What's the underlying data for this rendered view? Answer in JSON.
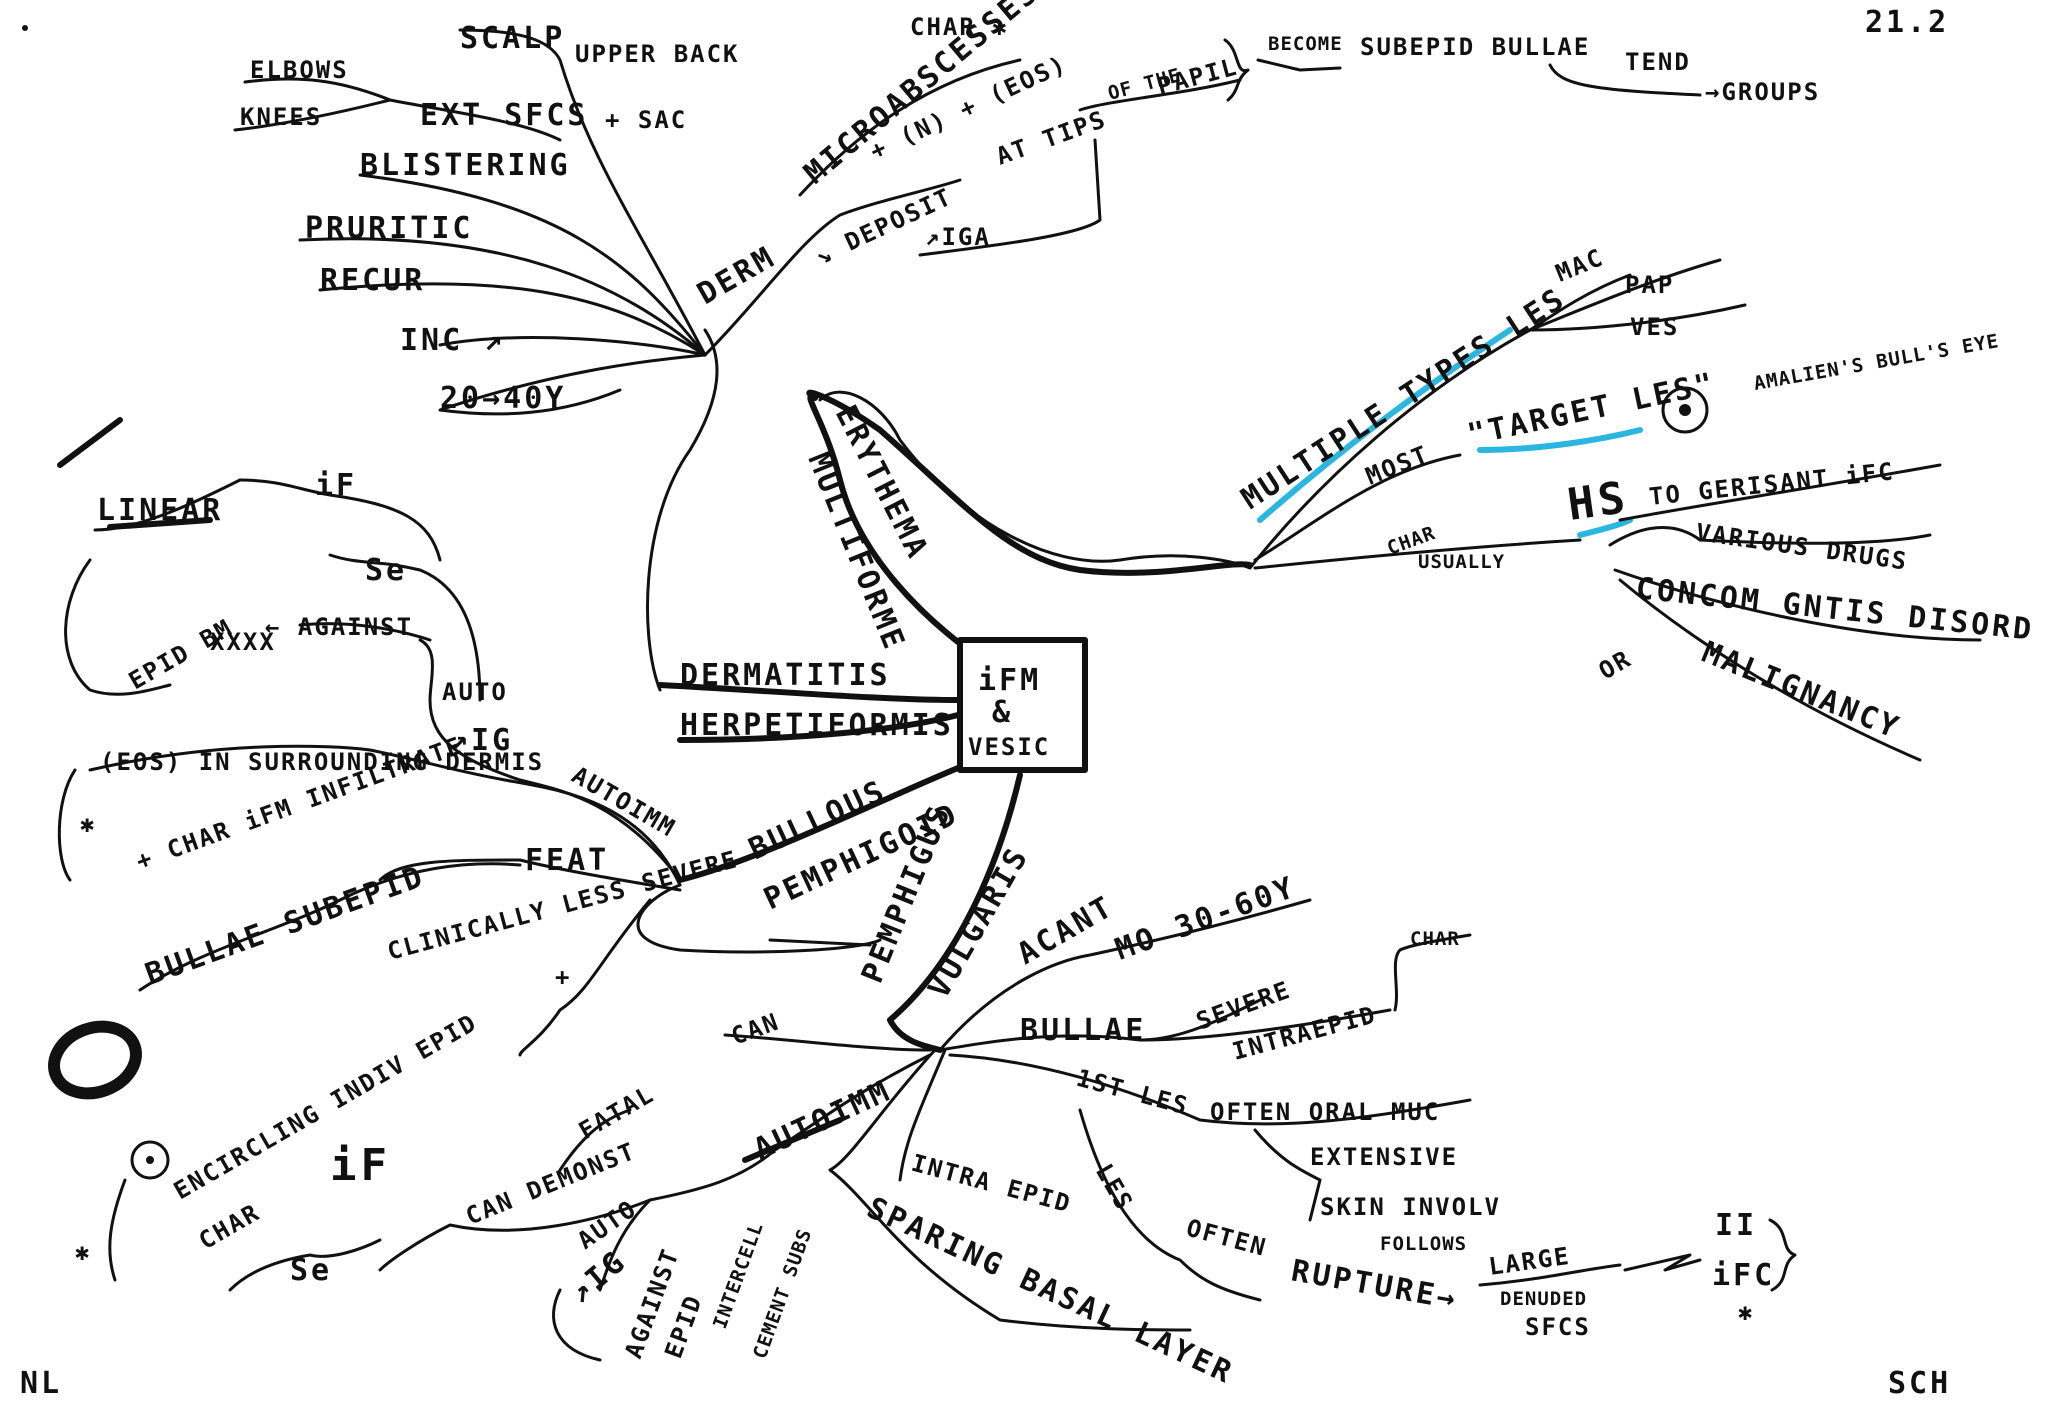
{
  "page": {
    "date": "21.2",
    "corner_bottom_left": "NL",
    "corner_bottom_right": "SCH",
    "highlight_color": "#29b6e0",
    "ink_color": "#111111"
  },
  "center": {
    "line1": "iFM",
    "line2": "&",
    "line3": "VESIC"
  },
  "erythema_multiforme": {
    "title1": "ERYTHEMA",
    "title2": "MULTIFORME",
    "multiple_types": "MULTIPLE TYPES LES",
    "mac": "MAC",
    "pap": "PAP",
    "ves": "VES",
    "most": "MOST",
    "target_les": "\"TARGET LES\"",
    "target_ref": "AMALIEN'S BULL'S EYE",
    "char": "CHAR",
    "usually": "USUALLY",
    "hs": "HS",
    "hs_to": "TO GERISANT iFC",
    "various_drugs": "VARIOUS DRUGS",
    "or_symbol": "OR",
    "cause_2": "CONCOM GNTIS DISORD",
    "malignancy": "MALIGNANCY"
  },
  "dermatitis_herpetiformis": {
    "title1": "DERMATITIS",
    "title2": "HERPETIFORMIS",
    "inc": "INC ↗",
    "age": "20→40Y",
    "recur": "RECUR",
    "pruritic": "PRURITIC",
    "blistering": "BLISTERING",
    "ext_sfcs": "EXT SFCS",
    "elbows": "ELBOWS",
    "knees": "KNEES",
    "scalp": "SCALP",
    "upper_back": "UPPER BACK",
    "sac": "+ SAC",
    "derm": "DERM",
    "microabscesses": "MICROABSCESSES",
    "char_star": "CHAR ✱",
    "n_eos": "+ (N) + (EOS)",
    "at_tips": "AT TIPS",
    "of_the": "OF THE",
    "papil": "PAPIL",
    "deposit": "↘ DEPOSIT",
    "iga": "↗IGA",
    "become": "BECOME",
    "subepid_bullae": "SUBEPID BULLAE",
    "tend": "TEND",
    "groups": "→GROUPS"
  },
  "bullous_pemphigoid": {
    "title1": "BULLOUS",
    "title2": "PEMPHIGOID",
    "autoimm": "AUTOIMM",
    "auto": "AUTO",
    "ig": "↗IG",
    "against": "← AGAINST",
    "se": "Se",
    "epid_bm": "EPID BM",
    "xxxx": "XXXX",
    "if": "iF",
    "linear": "LINEAR",
    "eos": "(EOS) IN SURROUNDING DERMIS",
    "char_ifm": "+ CHAR iFM INFILTRATE",
    "feat": "FEAT",
    "bullae_subepid": "BULLAE SUBEPID",
    "clinically": "CLINICALLY LESS SEVERE",
    "plus": "+"
  },
  "pemphigus_vulgaris": {
    "title1": "PEMPHIGUS",
    "title2": "VULGARIS",
    "acant": "ACANT",
    "age": "MO 30-60Y",
    "bullae": "BULLAE",
    "severe": "SEVERE",
    "intraepid": "INTRAEPID",
    "char": "CHAR",
    "first_les": "1ST LES",
    "often_oral": "OFTEN ORAL MUC",
    "extensive": "EXTENSIVE",
    "skin_involv": "SKIN INVOLV",
    "follows": "FOLLOWS",
    "les": "LES",
    "often": "OFTEN",
    "rupture": "RUPTURE→",
    "large": "LARGE",
    "denuded": "DENUDED",
    "sfcs": "SFCS",
    "ii": "II",
    "ifc": "iFC",
    "intra_epid": "INTRA EPID",
    "sparing": "SPARING BASAL LAYER",
    "can": "CAN",
    "fatal": "FATAL",
    "autoimm": "AUTOIMM",
    "auto": "AUTO",
    "ig": "↗IG",
    "against": "AGAINST",
    "epid": "EPID",
    "intercell": "INTERCELL",
    "cement_subs": "CEMENT SUBS",
    "can_demonst": "CAN DEMONST",
    "if": "iF",
    "se": "Se",
    "encircling": "ENCIRCLING INDIV EPID",
    "star": "✱"
  }
}
